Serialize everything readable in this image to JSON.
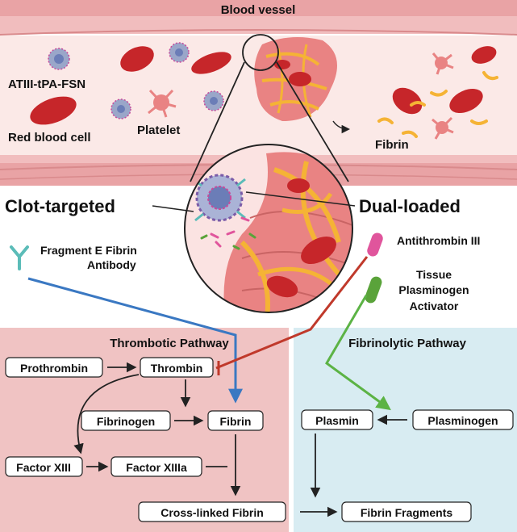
{
  "vessel": {
    "title": "Blood vessel",
    "nanoparticle_label": "ATIII-tPA-FSN",
    "rbc_label": "Red blood cell",
    "platelet_label": "Platelet",
    "fibrin_label": "Fibrin"
  },
  "callouts": {
    "clot_targeted": "Clot-targeted",
    "dual_loaded": "Dual-loaded"
  },
  "legend": {
    "antibody_line1": "Fragment E Fibrin",
    "antibody_line2": "Antibody",
    "antithrombin": "Antithrombin III",
    "tpa_line1": "Tissue",
    "tpa_line2": "Plasminogen",
    "tpa_line3": "Activator"
  },
  "thrombotic": {
    "title": "Thrombotic Pathway",
    "prothrombin": "Prothrombin",
    "thrombin": "Thrombin",
    "fibrinogen": "Fibrinogen",
    "fibrin": "Fibrin",
    "factor_xiii": "Factor XIII",
    "factor_xiiia": "Factor XIIIa",
    "crosslinked": "Cross-linked Fibrin"
  },
  "fibrinolytic": {
    "title": "Fibrinolytic Pathway",
    "plasmin": "Plasmin",
    "plasminogen": "Plasminogen",
    "fragments": "Fibrin Fragments"
  },
  "colors": {
    "vessel_wall": "#e9a3a5",
    "lumen": "#fbe9e7",
    "red_blood_cell": "#c6262a",
    "platelet": "#e98383",
    "fibrin": "#f5b335",
    "thrombotic_panel": "#f0c3c3",
    "fibrinolytic_panel": "#d8ecf2",
    "antibody": "#5bbcb8",
    "antibody_arrow": "#3a78c2",
    "antithrombin_arrow": "#c0392b",
    "antithrombin_capsule": "#e0559c",
    "tpa_arrow": "#5cb345",
    "tpa_capsule": "#5aa33a"
  }
}
